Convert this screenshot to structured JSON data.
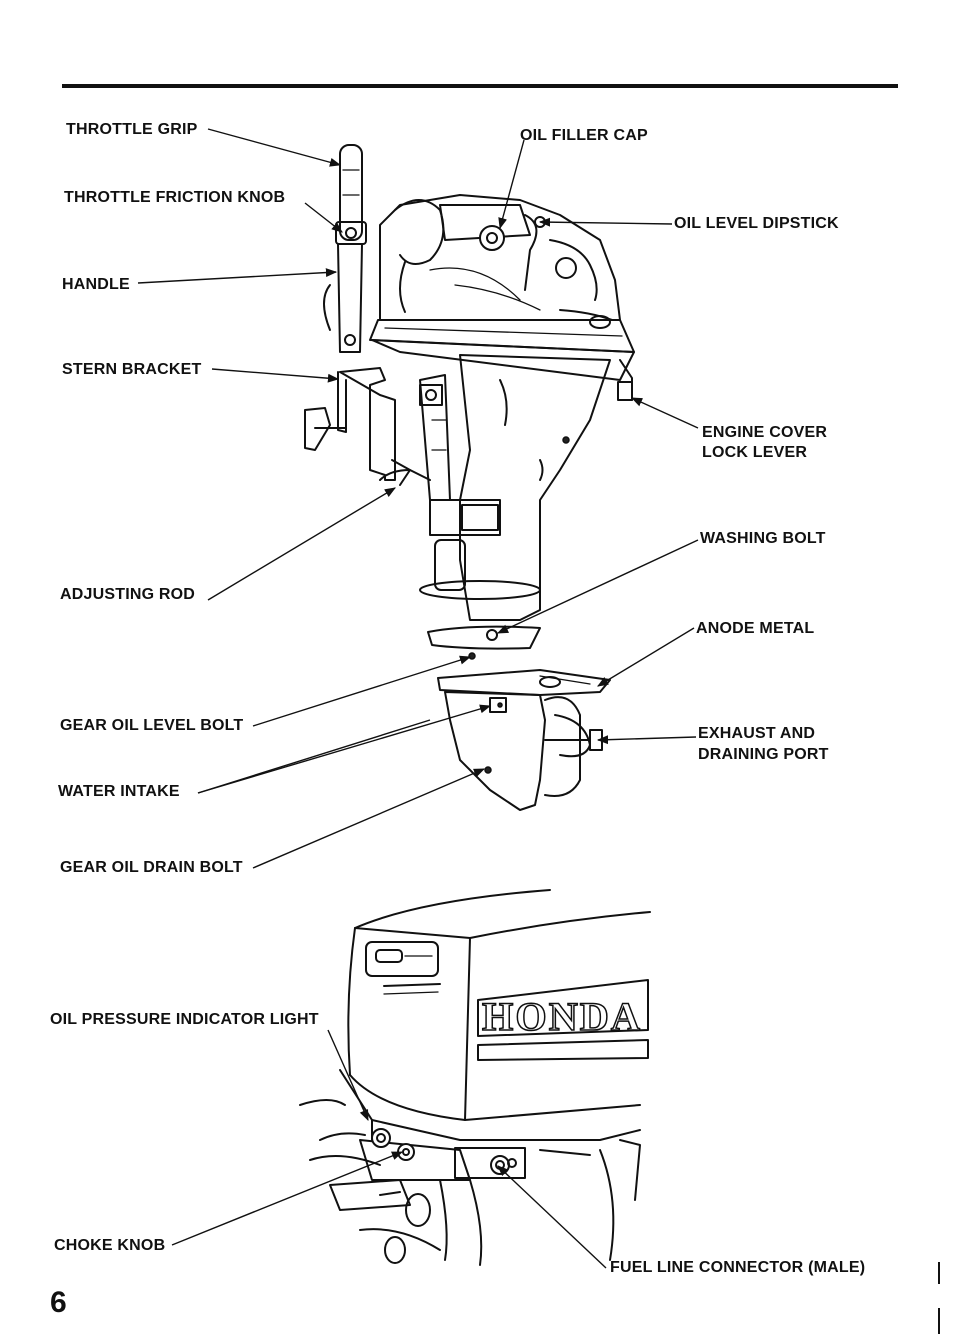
{
  "labels": {
    "throttle_grip": "THROTTLE GRIP",
    "throttle_friction_knob": "THROTTLE FRICTION KNOB",
    "handle": "HANDLE",
    "stern_bracket": "STERN BRACKET",
    "adjusting_rod": "ADJUSTING ROD",
    "gear_oil_level_bolt": "GEAR OIL LEVEL BOLT",
    "water_intake": "WATER INTAKE",
    "gear_oil_drain_bolt": "GEAR OIL DRAIN BOLT",
    "oil_filler_cap": "OIL FILLER CAP",
    "oil_level_dipstick": "OIL LEVEL DIPSTICK",
    "engine_cover_lock_lever_line1": "ENGINE COVER",
    "engine_cover_lock_lever_line2": "LOCK LEVER",
    "washing_bolt": "WASHING BOLT",
    "anode_metal": "ANODE METAL",
    "exhaust_line1": "EXHAUST AND",
    "exhaust_line2": "DRAINING PORT",
    "oil_pressure_indicator_light": "OIL PRESSURE INDICATOR LIGHT",
    "choke_knob": "CHOKE KNOB",
    "fuel_line_connector": "FUEL LINE CONNECTOR (MALE)"
  },
  "logo": "HONDA",
  "page_number": "6"
}
